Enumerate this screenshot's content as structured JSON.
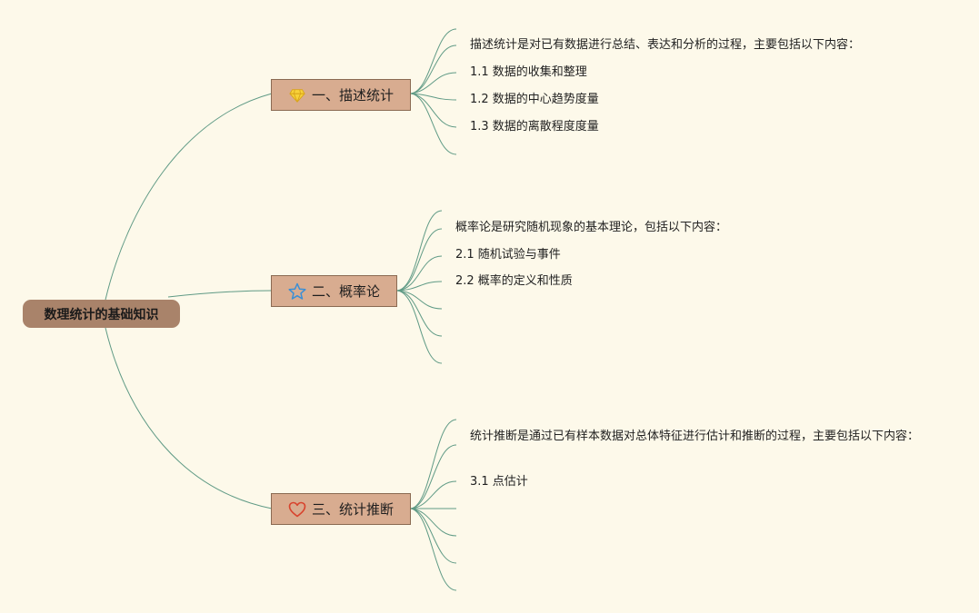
{
  "root": {
    "label": "数理统计的基础知识"
  },
  "branches": [
    {
      "label": "一、描述统计",
      "icon": "diamond-icon",
      "items": [
        "描述统计是对已有数据进行总结、表达和分析的过程，主要包括以下内容：",
        "1.1 数据的收集和整理",
        "1.2 数据的中心趋势度量",
        "1.3 数据的离散程度度量"
      ]
    },
    {
      "label": "二、概率论",
      "icon": "star-icon",
      "items": [
        "概率论是研究随机现象的基本理论，包括以下内容：",
        "2.1 随机试验与事件",
        "2.2 概率的定义和性质"
      ]
    },
    {
      "label": "三、统计推断",
      "icon": "heart-icon",
      "items": [
        "统计推断是通过已有样本数据对总体特征进行估计和推断的过程，主要包括以下内容：",
        "3.1 点估计"
      ]
    }
  ],
  "colors": {
    "background": "#fdf9ea",
    "root_fill": "#a9836a",
    "topic_fill": "#d8ac90",
    "link": "#5f9a85"
  }
}
